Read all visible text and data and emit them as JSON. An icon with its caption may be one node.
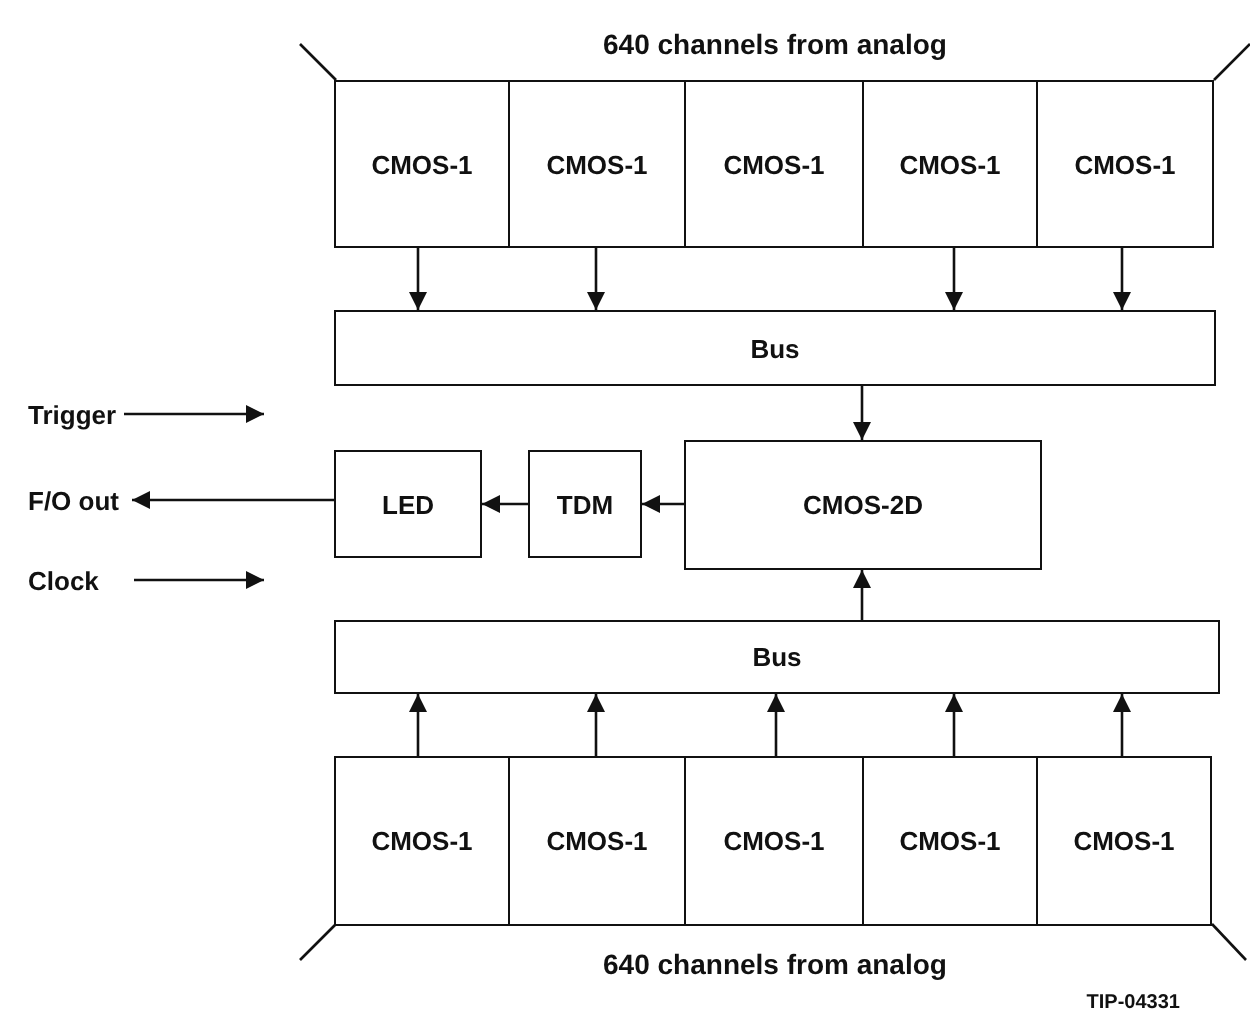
{
  "diagram": {
    "nodes": [
      {
        "text": [
          "CMOS-1"
        ]
      },
      {
        "text": [
          "CMOS-1"
        ]
      },
      {
        "text": [
          "CMOS-1"
        ]
      },
      {
        "text": [
          "CMOS-1"
        ]
      },
      {
        "text": [
          "CMOS-1"
        ]
      },
      {
        "text": [
          "Bus"
        ]
      },
      {
        "text": [
          "Trigger"
        ]
      },
      {
        "text": [
          "F/O out"
        ]
      },
      {
        "text": [
          "LED"
        ]
      },
      {
        "text": [
          "TDM"
        ]
      },
      {
        "text": [
          "CMOS-2D"
        ]
      },
      {
        "text": [
          "Clock"
        ]
      },
      {
        "text": [
          "Bus"
        ]
      },
      {
        "text": [
          "CMOS-1"
        ]
      },
      {
        "text": [
          "CMOS-1"
        ]
      },
      {
        "text": [
          "CMOS-1"
        ]
      },
      {
        "text": [
          "CMOS-1"
        ]
      },
      {
        "text": [
          "CMOS-1"
        ]
      }
    ],
    "edges": [
      {
        "from": 0,
        "to": 5,
        "arrow": "to"
      },
      {
        "from": 1,
        "to": 5,
        "arrow": "to"
      },
      {
        "from": 3,
        "to": 5,
        "arrow": "to"
      },
      {
        "from": 4,
        "to": 5,
        "arrow": "to"
      },
      {
        "from": 5,
        "to": 10,
        "arrow": "to"
      },
      {
        "from": 6,
        "to": null,
        "arrow": "to"
      },
      {
        "from": 10,
        "to": 9,
        "arrow": "to"
      },
      {
        "from": 9,
        "to": 8,
        "arrow": "to"
      },
      {
        "from": 8,
        "to": 7,
        "arrow": "to"
      },
      {
        "from": 11,
        "to": null,
        "arrow": "to"
      },
      {
        "from": 12,
        "to": 10,
        "arrow": "to"
      },
      {
        "from": 13,
        "to": 12,
        "arrow": "to"
      },
      {
        "from": 14,
        "to": 12,
        "arrow": "to"
      },
      {
        "from": 15,
        "to": 12,
        "arrow": "to"
      },
      {
        "from": 16,
        "to": 12,
        "arrow": "to"
      },
      {
        "from": 17,
        "to": 12,
        "arrow": "to"
      }
    ],
    "labels": [
      "640 channels from analog",
      "640 channels from analog",
      "TIP-04331"
    ]
  }
}
